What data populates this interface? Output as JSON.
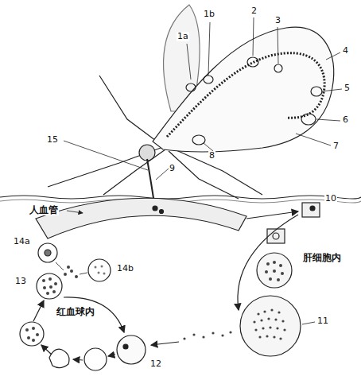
{
  "diagram": {
    "labels": [
      "1a",
      "1b",
      "2",
      "3",
      "4",
      "5",
      "6",
      "7",
      "8",
      "9",
      "15",
      "人血管",
      "10",
      "肝细胞内",
      "11",
      "12",
      "13",
      "14a",
      "14b",
      "红血球内"
    ]
  }
}
